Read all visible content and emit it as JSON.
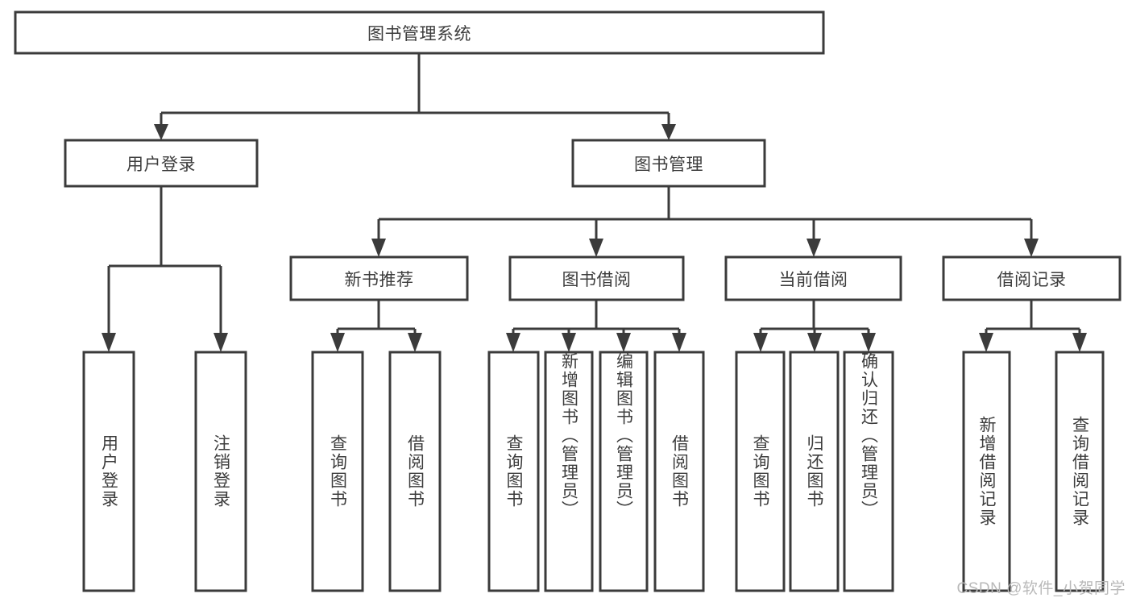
{
  "diagram": {
    "title": "图书管理系统",
    "type": "tree-hierarchy",
    "watermark": "CSDN @软件_小贺同学",
    "colors": {
      "stroke": "#3b3b3b",
      "fill": "#ffffff",
      "text": "#3c3c3c",
      "watermark": "#b9b9b9"
    },
    "nodes": {
      "root": {
        "label": "图书管理系统",
        "level": 1
      },
      "level2": [
        {
          "id": "user-login",
          "label": "用户登录"
        },
        {
          "id": "book-management",
          "label": "图书管理"
        }
      ],
      "level3": [
        {
          "id": "new-book-recommend",
          "label": "新书推荐"
        },
        {
          "id": "book-borrow",
          "label": "图书借阅"
        },
        {
          "id": "current-borrow",
          "label": "当前借阅"
        },
        {
          "id": "borrow-record",
          "label": "借阅记录"
        }
      ],
      "leaves": {
        "user-login": [
          {
            "id": "leaf-user-login",
            "label": "用户登录"
          },
          {
            "id": "leaf-logout-login",
            "label": "注销登录"
          }
        ],
        "new-book-recommend": [
          {
            "id": "leaf-query-book-1",
            "label": "查询图书"
          },
          {
            "id": "leaf-borrow-book-1",
            "label": "借阅图书"
          }
        ],
        "book-borrow": [
          {
            "id": "leaf-query-book-2",
            "label": "查询图书"
          },
          {
            "id": "leaf-add-book",
            "label": "新增图书（管理员）"
          },
          {
            "id": "leaf-edit-book",
            "label": "编辑图书（管理员）"
          },
          {
            "id": "leaf-borrow-book-2",
            "label": "借阅图书"
          }
        ],
        "current-borrow": [
          {
            "id": "leaf-query-book-3",
            "label": "查询图书"
          },
          {
            "id": "leaf-return-book",
            "label": "归还图书"
          },
          {
            "id": "leaf-confirm-return",
            "label": "确认归还（管理员）"
          }
        ],
        "borrow-record": [
          {
            "id": "leaf-add-record",
            "label": "新增借阅记录"
          },
          {
            "id": "leaf-query-record",
            "label": "查询借阅记录"
          }
        ]
      }
    }
  }
}
